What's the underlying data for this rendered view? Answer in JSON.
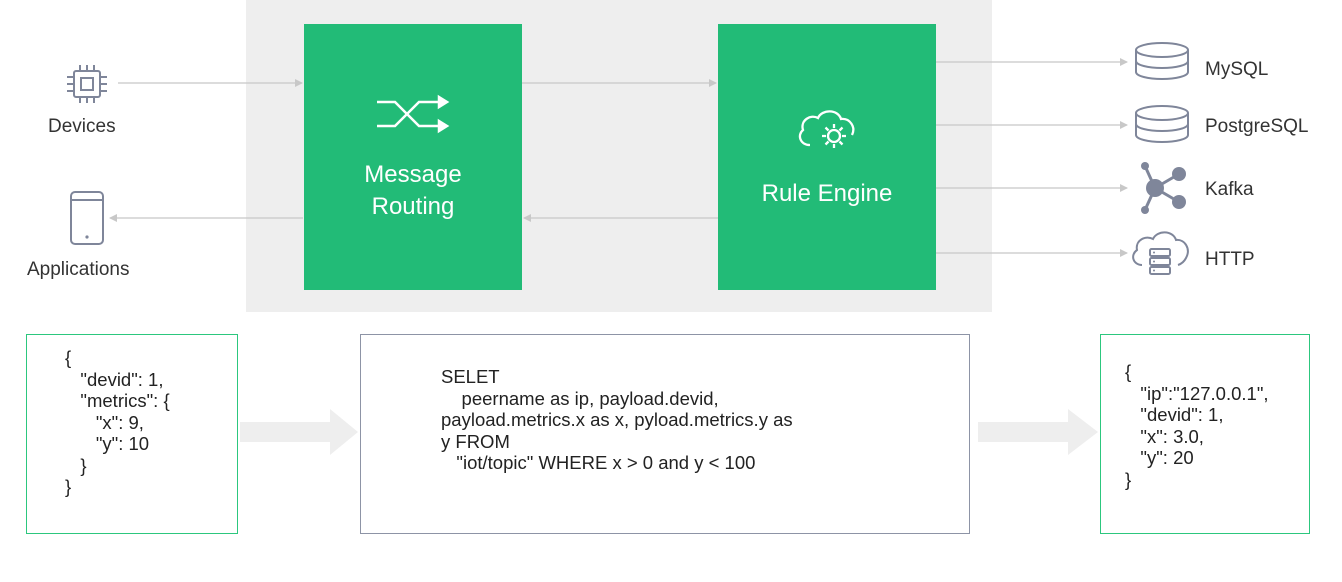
{
  "sources": {
    "devices": {
      "label": "Devices",
      "icon": "chip-icon"
    },
    "applications": {
      "label": "Applications",
      "icon": "smartphone-icon"
    }
  },
  "processors": {
    "message_routing": {
      "title_line1": "Message",
      "title_line2": "Routing",
      "icon": "shuffle-icon"
    },
    "rule_engine": {
      "title": "Rule Engine",
      "icon": "cloud-gear-icon"
    }
  },
  "sinks": [
    {
      "label": "MySQL",
      "icon": "database-icon"
    },
    {
      "label": "PostgreSQL",
      "icon": "database-icon"
    },
    {
      "label": "Kafka",
      "icon": "kafka-icon"
    },
    {
      "label": "HTTP",
      "icon": "cloud-server-icon"
    }
  ],
  "examples": {
    "input_json": "{\n   \"devid\": 1,\n   \"metrics\": {\n      \"x\": 9,\n      \"y\": 10\n   }\n}",
    "sql": "SELET\n    peername as ip, payload.devid,\npayload.metrics.x as x, pyload.metrics.y as\ny FROM\n   \"iot/topic\" WHERE x > 0 and y < 100",
    "output_json": "{\n   \"ip\":\"127.0.0.1\",\n   \"devid\": 1,\n   \"x\": 3.0,\n   \"y\": 20\n}"
  },
  "colors": {
    "accent_green": "#22bb77",
    "panel_gray": "#eeeeee",
    "icon_gray": "#7f869a",
    "connector_gray": "#c8c8c8",
    "box_border_green": "#2cc77e",
    "box_border_gray": "#8d94a6"
  }
}
